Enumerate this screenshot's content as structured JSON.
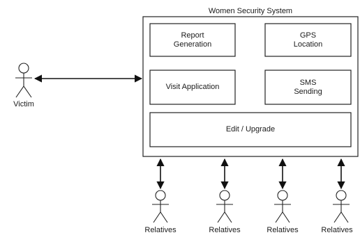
{
  "system": {
    "title": "Women Security System"
  },
  "modules": {
    "report": "Report\nGeneration",
    "gps": "GPS\nLocation",
    "visit": "Visit Application",
    "sms": "SMS\nSending",
    "edit": "Edit / Upgrade"
  },
  "actors": {
    "victim": "Victim",
    "relatives": [
      "Relatives",
      "Relatives",
      "Relatives",
      "Relatives"
    ]
  }
}
